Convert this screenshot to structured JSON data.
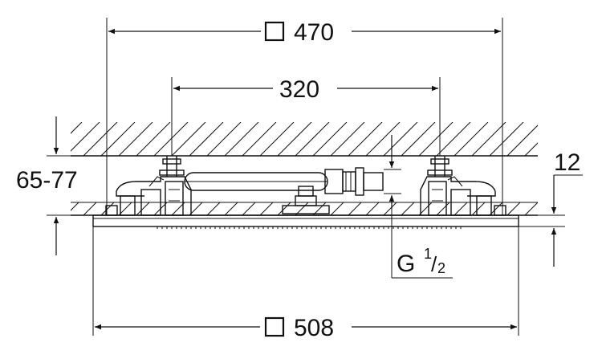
{
  "dimensions": {
    "top_width": "470",
    "mount_spacing": "320",
    "ceiling_depth": "65-77",
    "clearance": "12",
    "thread": "G",
    "thread_fraction_num": "1",
    "thread_fraction_den": "2",
    "bottom_width": "508"
  },
  "icons": {
    "square_symbol": "square-dimension-icon"
  },
  "colors": {
    "line": "#111111",
    "background": "#ffffff"
  }
}
